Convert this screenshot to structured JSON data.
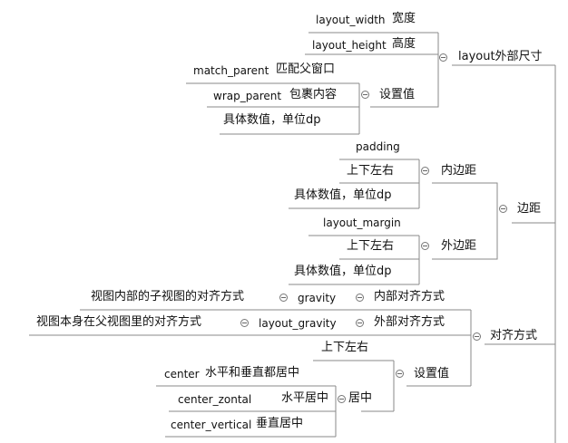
{
  "nodes": {
    "layout_size": "layout外部尺寸",
    "layout_width": "layout_width",
    "width_cn": "宽度",
    "layout_height": "layout_height",
    "height_cn": "高度",
    "set_value": "设置值",
    "match_parent": "match_parent",
    "match_parent_cn": "匹配父窗口",
    "wrap_parent": "wrap_parent",
    "wrap_parent_cn": "包裹内容",
    "specific_value": "具体数值，单位dp",
    "margin_root": "边距",
    "padding_group": "内边距",
    "padding": "padding",
    "pad_dirs": "上下左右",
    "pad_value": "具体数值，单位dp",
    "margin_group": "外边距",
    "layout_margin": "layout_margin",
    "mar_dirs": "上下左右",
    "mar_value": "具体数值，单位dp",
    "align_root": "对齐方式",
    "inner_align": "内部对齐方式",
    "gravity": "gravity",
    "gravity_desc": "视图内部的子视图的对齐方式",
    "outer_align": "外部对齐方式",
    "layout_gravity": "layout_gravity",
    "layout_gravity_desc": "视图本身在父视图里的对齐方式",
    "align_set": "设置值",
    "align_dirs": "上下左右",
    "center_group": "居中",
    "center": "center",
    "center_cn": "水平和垂直都居中",
    "center_zontal": "center_zontal",
    "center_zontal_cn": "水平居中",
    "center_vertical": "center_vertical",
    "center_vertical_cn": "垂直居中"
  }
}
